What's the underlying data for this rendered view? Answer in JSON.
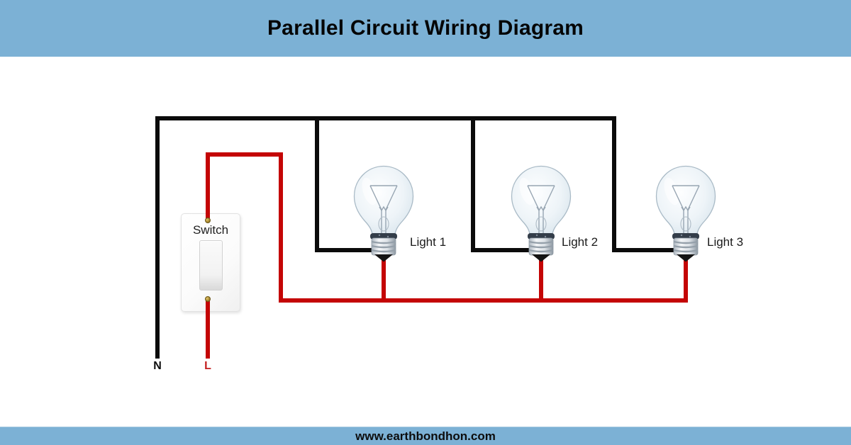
{
  "header": {
    "title": "Parallel Circuit Wiring Diagram"
  },
  "footer": {
    "website": "www.earthbondhon.com"
  },
  "colors": {
    "band_bg": "#7cb1d5",
    "neutral_wire": "#0b0b0b",
    "live_wire": "#c40505",
    "label_text": "#1c1c1c"
  },
  "diagram": {
    "switch": {
      "label": "Switch"
    },
    "lights": [
      {
        "label": "Light 1"
      },
      {
        "label": "Light 2"
      },
      {
        "label": "Light 3"
      }
    ],
    "wire_labels": {
      "neutral": "N",
      "live": "L"
    }
  }
}
